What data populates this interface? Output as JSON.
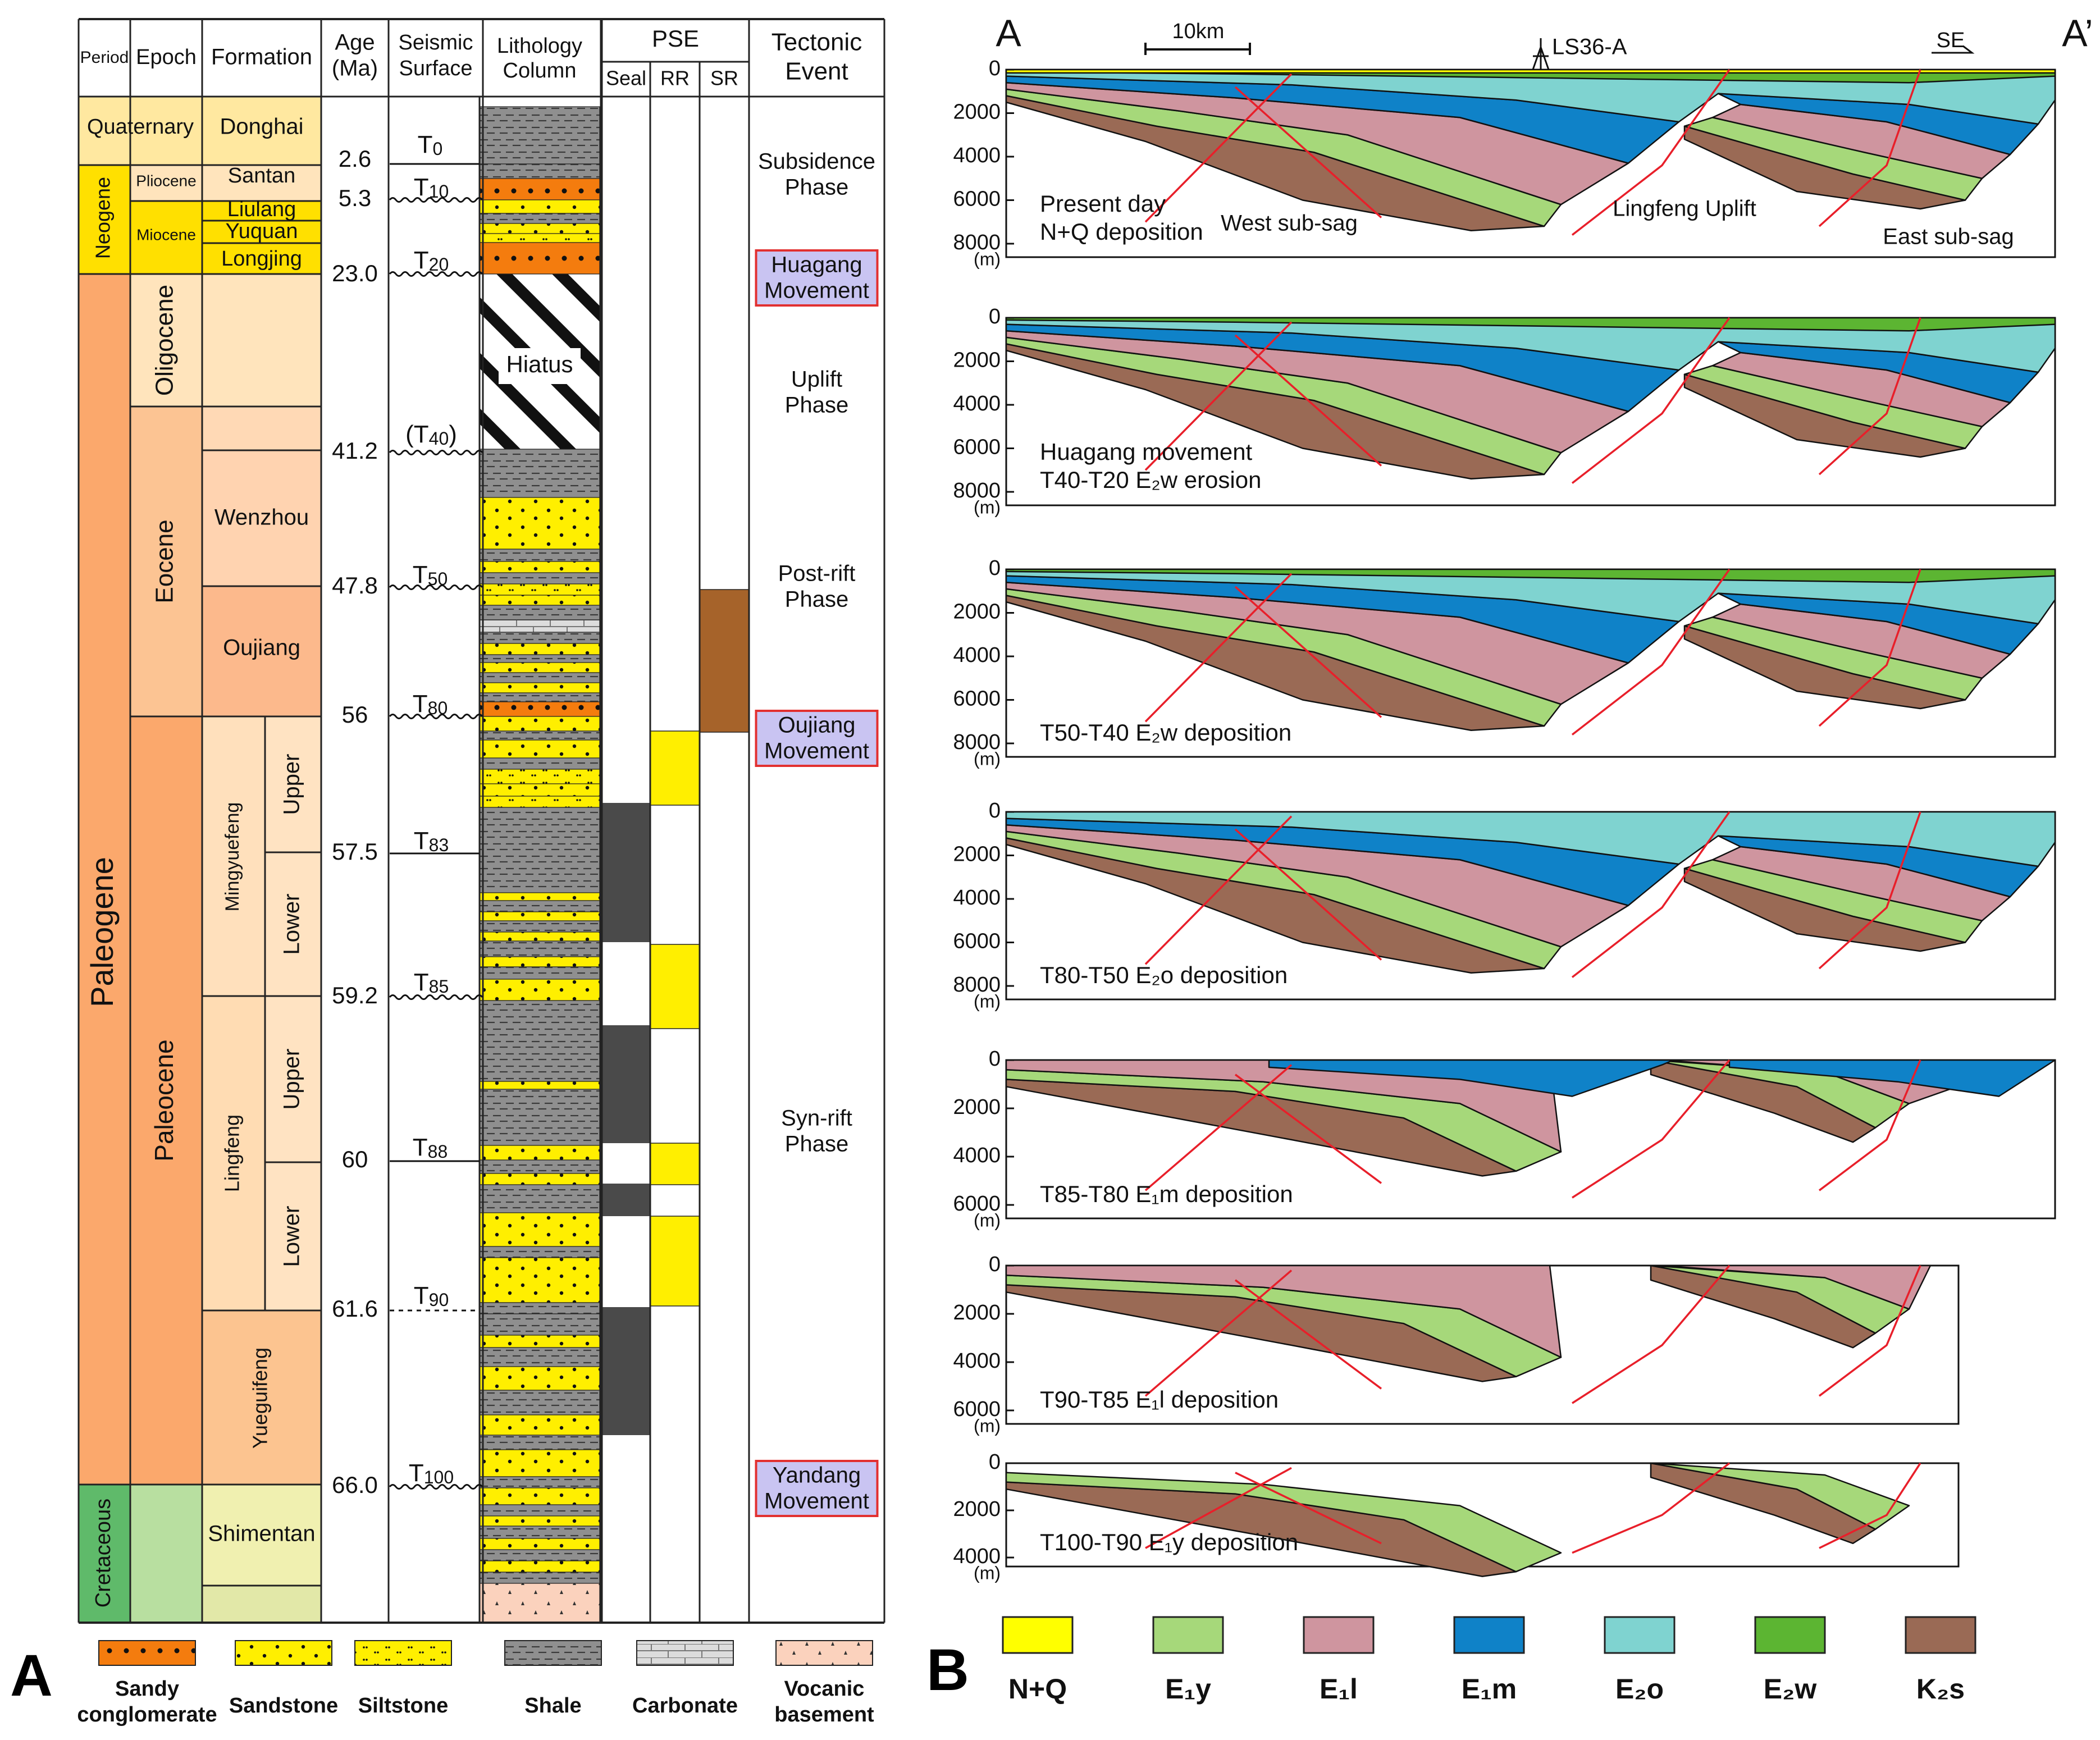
{
  "panel_a": {
    "letter": "A",
    "headers": {
      "period": "Period",
      "epoch": "Epoch",
      "formation": "Formation",
      "age": [
        "Age",
        "(Ma)"
      ],
      "seismic": [
        "Seismic",
        "Surface"
      ],
      "lithology": [
        "Lithology",
        "Column"
      ],
      "pse": "PSE",
      "seal": "Seal",
      "rr": "RR",
      "sr": "SR",
      "tectonic": [
        "Tectonic",
        "Event"
      ]
    },
    "periods": [
      "Quaternary",
      "Neogene",
      "Paleogene",
      "Cretaceous"
    ],
    "epochs": [
      "Pliocene",
      "Miocene",
      "Oligocene",
      "Eocene",
      "Paleocene"
    ],
    "formations": [
      "Donghai",
      "Santan",
      "Liulang",
      "Yuquan",
      "Longjing",
      "Wenzhou",
      "Oujiang",
      "Mingyuefeng",
      "Lingfeng",
      "Yueguifeng",
      "Shimentan"
    ],
    "members": [
      "Upper",
      "Lower",
      "Upper",
      "Lower"
    ],
    "hiatus": "Hiatus",
    "ages": [
      "2.6",
      "5.3",
      "23.0",
      "41.2",
      "47.8",
      "56",
      "57.5",
      "59.2",
      "60",
      "61.6",
      "66.0"
    ],
    "seismic_surfaces": [
      {
        "label": "T",
        "sub": "0"
      },
      {
        "label": "T",
        "sub": "10"
      },
      {
        "label": "T",
        "sub": "20"
      },
      {
        "label": "(T",
        "sub": "40",
        "tail": ")"
      },
      {
        "label": "T",
        "sub": "50"
      },
      {
        "label": "T",
        "sub": "80"
      },
      {
        "label": "T",
        "sub": "83"
      },
      {
        "label": "T",
        "sub": "85"
      },
      {
        "label": "T",
        "sub": "88"
      },
      {
        "label": "T",
        "sub": "90"
      },
      {
        "label": "T",
        "sub": "100"
      }
    ],
    "tectonic_events": [
      {
        "lines": [
          "Subsidence",
          "Phase"
        ],
        "boxed": false
      },
      {
        "lines": [
          "Huagang",
          "Movement"
        ],
        "boxed": true
      },
      {
        "lines": [
          "Uplift",
          "Phase"
        ],
        "boxed": false
      },
      {
        "lines": [
          "Post-rift",
          "Phase"
        ],
        "boxed": false
      },
      {
        "lines": [
          "Oujiang",
          "Movement"
        ],
        "boxed": true
      },
      {
        "lines": [
          "Syn-rift",
          "Phase"
        ],
        "boxed": false
      },
      {
        "lines": [
          "Yandang",
          "Movement"
        ],
        "boxed": true
      }
    ],
    "legend": [
      {
        "lines": [
          "Sandy",
          "conglomerate"
        ],
        "pattern": "sandy-conglomerate"
      },
      {
        "lines": [
          "Sandstone"
        ],
        "pattern": "sandstone"
      },
      {
        "lines": [
          "Siltstone"
        ],
        "pattern": "siltstone"
      },
      {
        "lines": [
          "Shale"
        ],
        "pattern": "shale"
      },
      {
        "lines": [
          "Carbonate"
        ],
        "pattern": "carbonate"
      },
      {
        "lines": [
          "Vocanic",
          "basement"
        ],
        "pattern": "volcanic"
      }
    ]
  },
  "panel_b": {
    "letter": "B",
    "end_left": "A",
    "end_right": "A’",
    "scale_label": "10km",
    "well": "LS36-A",
    "direction": "SE",
    "sections": [
      {
        "caption": [
          "Present day",
          "N+Q deposition"
        ],
        "depth_ticks": [
          "0",
          "2000",
          "4000",
          "6000",
          "8000"
        ],
        "unit": "(m)",
        "annotations": [
          "West sub-sag",
          "Lingfeng Uplift",
          "East sub-sag"
        ]
      },
      {
        "caption": [
          "Huagang movement",
          "T40-T20  E₂w erosion"
        ],
        "depth_ticks": [
          "0",
          "2000",
          "4000",
          "6000",
          "8000"
        ],
        "unit": "(m)"
      },
      {
        "caption": [
          "T50-T40  E₂w deposition"
        ],
        "depth_ticks": [
          "0",
          "2000",
          "4000",
          "6000",
          "8000"
        ],
        "unit": "(m)"
      },
      {
        "caption": [
          "T80-T50  E₂o deposition"
        ],
        "depth_ticks": [
          "0",
          "2000",
          "4000",
          "6000",
          "8000"
        ],
        "unit": "(m)"
      },
      {
        "caption": [
          "T85-T80  E₁m deposition"
        ],
        "depth_ticks": [
          "0",
          "2000",
          "4000",
          "6000"
        ],
        "unit": "(m)"
      },
      {
        "caption": [
          "T90-T85  E₁l deposition"
        ],
        "depth_ticks": [
          "0",
          "2000",
          "4000",
          "6000"
        ],
        "unit": "(m)"
      },
      {
        "caption": [
          "T100-T90  E₁y deposition"
        ],
        "depth_ticks": [
          "0",
          "2000",
          "4000"
        ],
        "unit": "(m)"
      }
    ],
    "legend": [
      {
        "label": "N+Q",
        "color": "#ffff00"
      },
      {
        "label": "E₁y",
        "color": "#a6d87a"
      },
      {
        "label": "E₁l",
        "color": "#cf959f"
      },
      {
        "label": "E₁m",
        "color": "#0f82c8"
      },
      {
        "label": "E₂o",
        "color": "#7fd3d0"
      },
      {
        "label": "E₂w",
        "color": "#5cb532"
      },
      {
        "label": "K₂s",
        "color": "#9a6a55"
      }
    ]
  },
  "colors": {
    "quaternary": "#ffe8a0",
    "neogene": "#ffe000",
    "paleogene": "#fba86c",
    "cretaceous": "#5fba6a",
    "formation_light": "#ffe4bc",
    "yellow": "#ffef00",
    "orange": "#f47c0e",
    "shale": "#8f8f8f",
    "seal": "#4a4a4a",
    "sr": "#a6632a",
    "event_box": "#c9c4f2",
    "event_border": "#e23030",
    "fault": "#e81f2a"
  }
}
